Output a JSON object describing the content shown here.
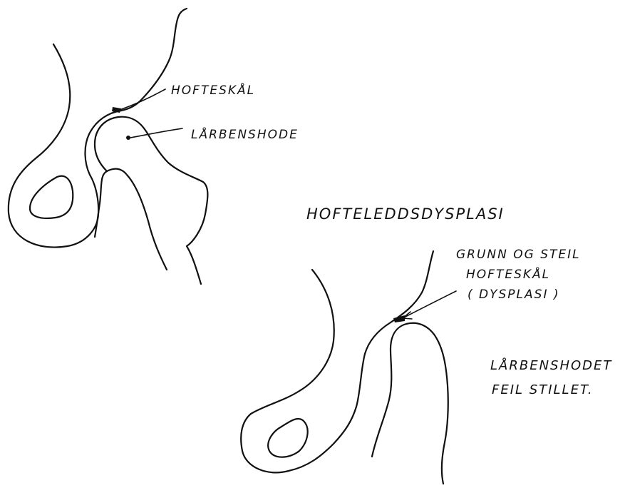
{
  "normal_hip": {
    "socket_label": "HOFTESKÅL",
    "head_label": "LÅRBENSHODE"
  },
  "diagram_title": "HOFTELEDDSDYSPLASI",
  "dysplastic_hip": {
    "socket_label_line1": "GRUNN OG STEIL",
    "socket_label_line2": "HOFTESKÅL",
    "socket_label_line3": "( DYSPLASI )",
    "head_label_line1": "LÅRBENSHODET",
    "head_label_line2": "FEIL STILLET."
  }
}
